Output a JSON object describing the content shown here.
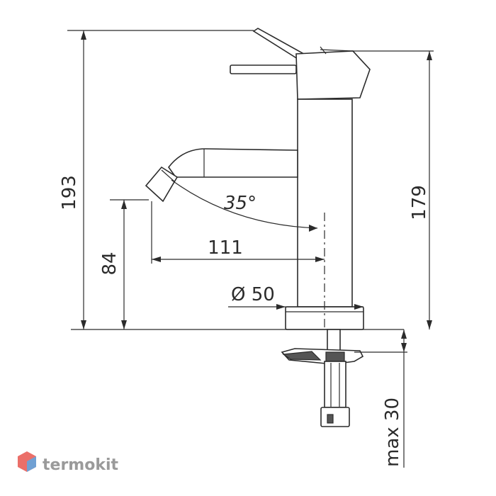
{
  "dimensions": {
    "total_height": "193",
    "body_height": "179",
    "spout_height": "84",
    "spout_reach": "111",
    "spout_angle": "35°",
    "base_diameter": "Ø 50",
    "max_counter_thickness": "max 30"
  },
  "watermark": {
    "brand": "termokit"
  },
  "colors": {
    "line": "#2b2b2b",
    "logo_red": "#e8564f",
    "logo_blue": "#5aa9e6",
    "logo_text": "#9a9a9a"
  }
}
